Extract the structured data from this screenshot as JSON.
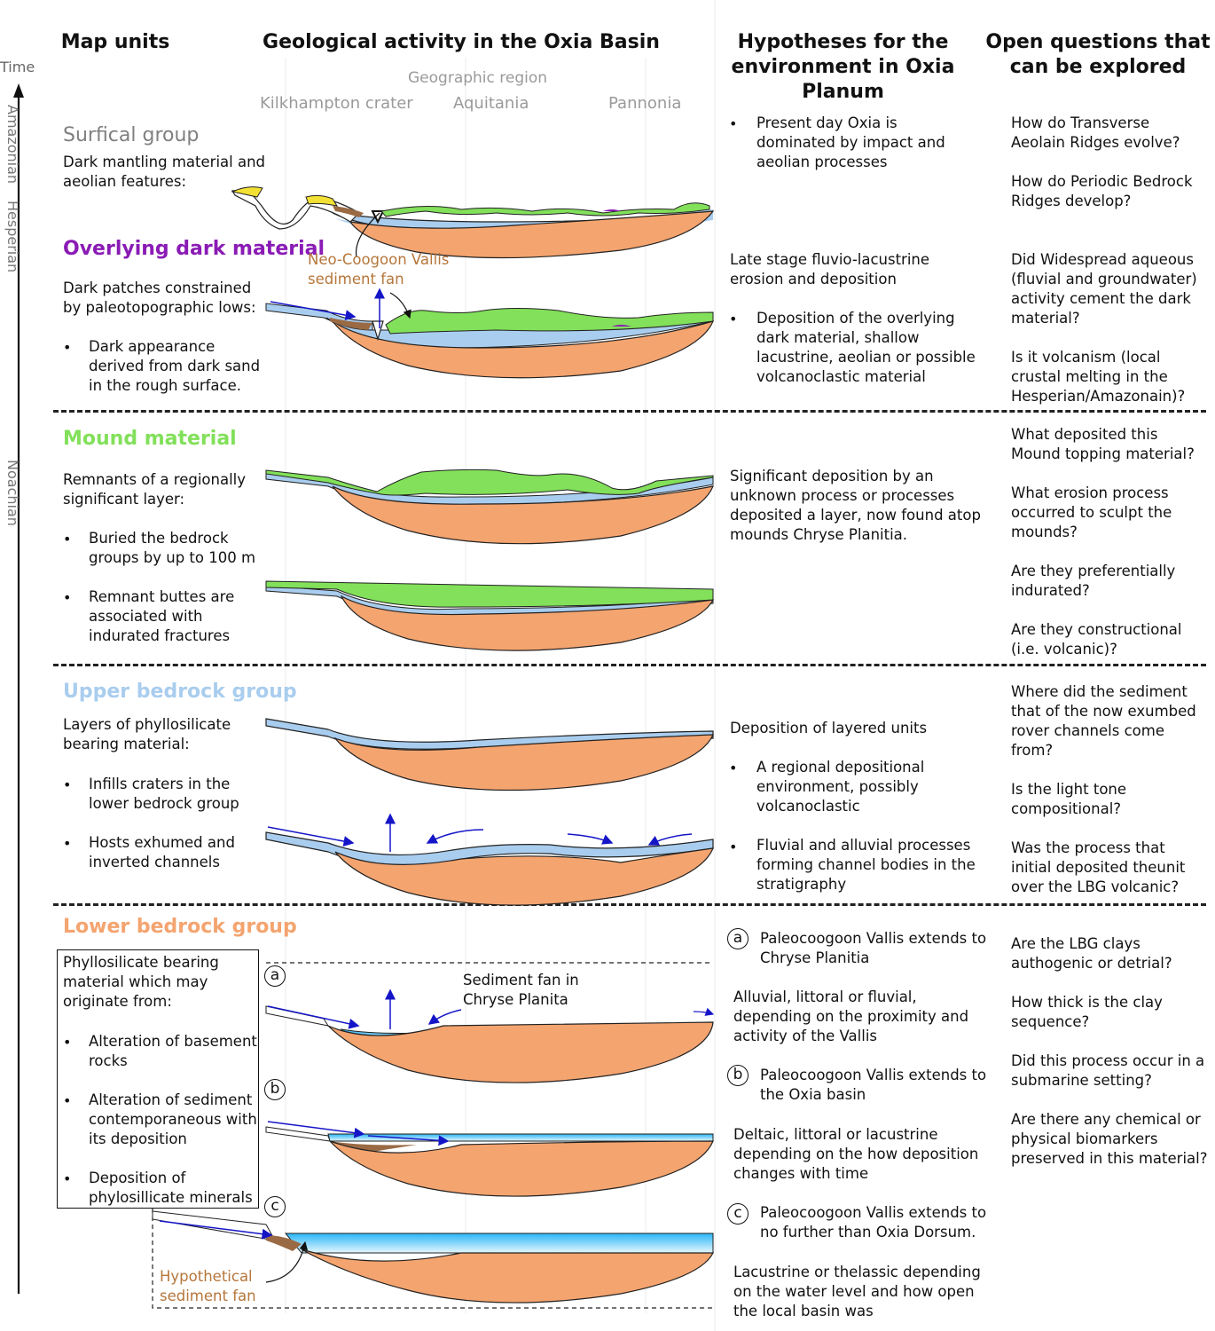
{
  "headers": {
    "map_units": "Map units",
    "activity": "Geological activity in the Oxia Basin",
    "hypotheses": "Hypotheses for the environment in Oxia Planum",
    "questions": "Open questions that can be explored"
  },
  "time_axis": {
    "label": "Time",
    "periods": [
      "Amazonian",
      "Hesperian",
      "Noachian"
    ]
  },
  "regions": {
    "title": "Geographic region",
    "names": [
      "Kilkhampton crater",
      "Aquitania",
      "Pannonia"
    ]
  },
  "colors": {
    "lower_bedrock": "#f4a46f",
    "upper_bedrock": "#a9cdee",
    "mound": "#82e05a",
    "overlying_dark": "#8a1bb5",
    "surficial": "#808080",
    "water": "#29b6f6",
    "fan": "#9a6a44",
    "arrow": "#1515c8"
  },
  "units": {
    "surficial": {
      "title": "Surfical group",
      "desc": "Dark mantling material and aeolian features:"
    },
    "overlying": {
      "title": "Overlying dark material",
      "desc": "Dark patches constrained by paleotopographic lows:",
      "bullets": [
        "Dark appearance derived from dark sand in the rough surface."
      ]
    },
    "mound": {
      "title": "Mound material",
      "desc": "Remnants of a regionally significant layer:",
      "bullets": [
        "Buried the bedrock groups by up to 100 m",
        "Remnant buttes are associated with indurated fractures"
      ]
    },
    "upper": {
      "title": "Upper bedrock group",
      "desc": "Layers of phyllosilicate bearing material:",
      "bullets": [
        "Infills craters in the lower bedrock group",
        "Hosts exhumed and inverted channels"
      ]
    },
    "lower": {
      "title": "Lower bedrock group",
      "desc": "Phyllosilicate bearing material which may originate from:",
      "bullets": [
        "Alteration of basement rocks",
        "Alteration of sediment contemporaneous with its deposition",
        "Deposition of phylosillicate minerals"
      ]
    }
  },
  "diagram_labels": {
    "neo_fan": "Neo-Coogoon Vallis sediment fan",
    "sediment_fan": "Sediment fan in Chryse Planita",
    "hypothetical_fan": "Hypothetical sediment fan",
    "scenario_a": "a",
    "scenario_b": "b",
    "scenario_c": "c"
  },
  "hypotheses": {
    "surficial": [
      "Present day Oxia is dominated by impact and aeolian processes"
    ],
    "overlying_intro": "Late stage fluvio-lacustrine erosion and deposition",
    "overlying": [
      "Deposition of the overlying dark material, shallow lacustrine, aeolian or possible volcanoclastic material"
    ],
    "mound": "Significant deposition by an unknown  process or processes deposited a layer, now found atop mounds Chryse Planitia.",
    "upper_intro": "Deposition of layered units",
    "upper": [
      "A regional depositional environment, possibly volcanoclastic",
      "Fluvial and alluvial processes forming channel bodies in the stratigraphy"
    ],
    "lower_a_title": "Paleocoogoon Vallis extends to Chryse Planitia",
    "lower_a_text": "Alluvial, littoral or fluvial, depending on the proximity and activity of the Vallis",
    "lower_b_title": "Paleocoogoon Vallis extends to the Oxia basin",
    "lower_b_text": "Deltaic, littoral or lacustrine depending on the how deposition changes with time",
    "lower_c_title": "Paleocoogoon Vallis extends to no further than Oxia Dorsum.",
    "lower_c_text": "Lacustrine or thelassic depending on the water level and how open the local basin was"
  },
  "questions": {
    "q1": "How do Transverse Aeolain Ridges evolve?",
    "q2": "How do Periodic Bedrock Ridges develop?",
    "q3": "Did Widespread aqueous (fluvial and groundwater) activity cement the dark material?",
    "q4": "Is it volcanism (local crustal melting in the Hesperian/Amazonain)?",
    "q5": "What deposited this Mound topping material?",
    "q6": "What erosion process occurred to sculpt the mounds?",
    "q7": "Are they preferentially indurated?",
    "q8": "Are they constructional (i.e. volcanic)?",
    "q9": "Where did the sediment that of the now exumbed rover channels come from?",
    "q10": "Is the light tone compositional?",
    "q11": "Was the process that initial deposited theunit over the LBG volcanic?",
    "q12": "Are the LBG clays authogenic or detrial?",
    "q13": "How thick is the clay sequence?",
    "q14": "Did this process occur in a submarine setting?",
    "q15": "Are there any chemical or physical biomarkers preserved in this material?"
  }
}
